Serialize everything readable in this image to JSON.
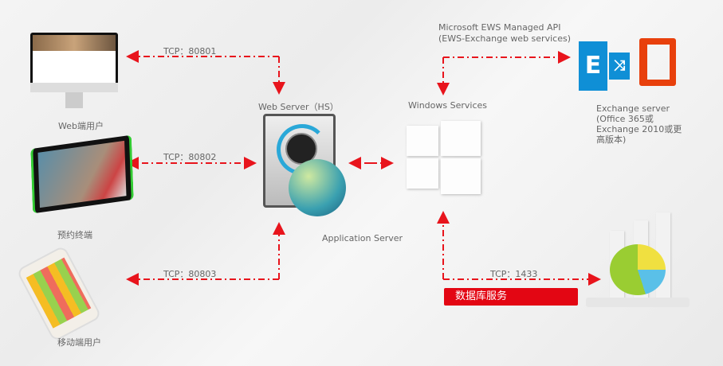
{
  "clients": {
    "web": "Web端用户",
    "kiosk": "预约终端",
    "mobile": "移动端用户"
  },
  "connections": {
    "tcp_web": "TCP：80801",
    "tcp_kiosk": "TCP：80802",
    "tcp_mobile": "TCP：80803",
    "tcp_db": "TCP：1433",
    "ews_line1": "Microsoft EWS Managed API",
    "ews_line2": "(EWS-Exchange web services)"
  },
  "servers": {
    "web_server": "Web Server（HS）",
    "app_server": "Application Server",
    "windows_services": "Windows Services",
    "exchange_line1": "Exchange server",
    "exchange_line2": "(Office 365或",
    "exchange_line3": "Exchange 2010或更",
    "exchange_line4": "高版本)",
    "db_service": "数据库服务"
  },
  "colors": {
    "line": "#e8141c",
    "exchange": "#0f8fd6",
    "office": "#e8400c",
    "db_box": "#e30613"
  }
}
